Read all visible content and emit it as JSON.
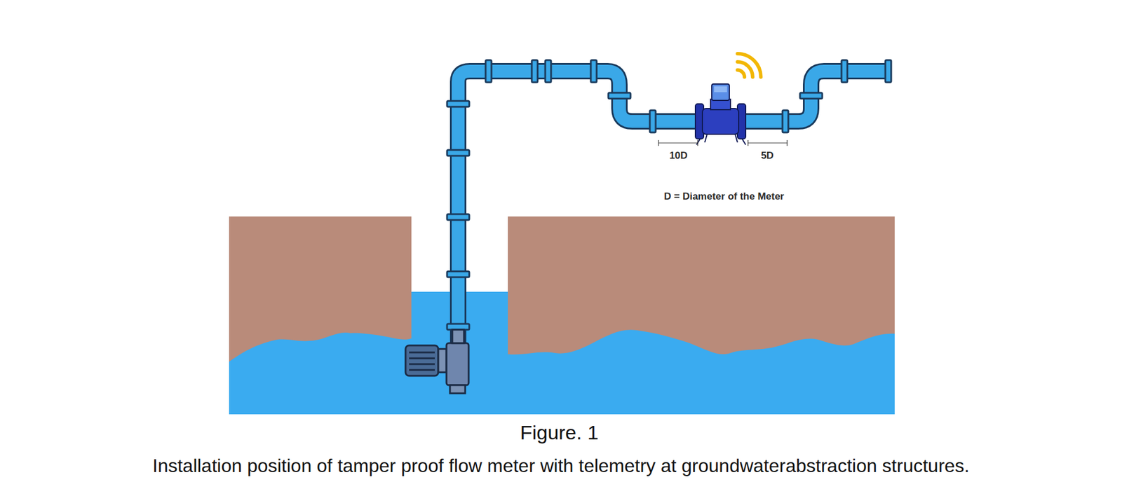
{
  "diagram": {
    "caption": "Installation position of tamper proof flow meter with telemetry at groundwaterabstraction structures.",
    "labels": [
      "10D",
      "5D",
      "D = Diameter of the Meter",
      "Figure. 1"
    ]
  }
}
